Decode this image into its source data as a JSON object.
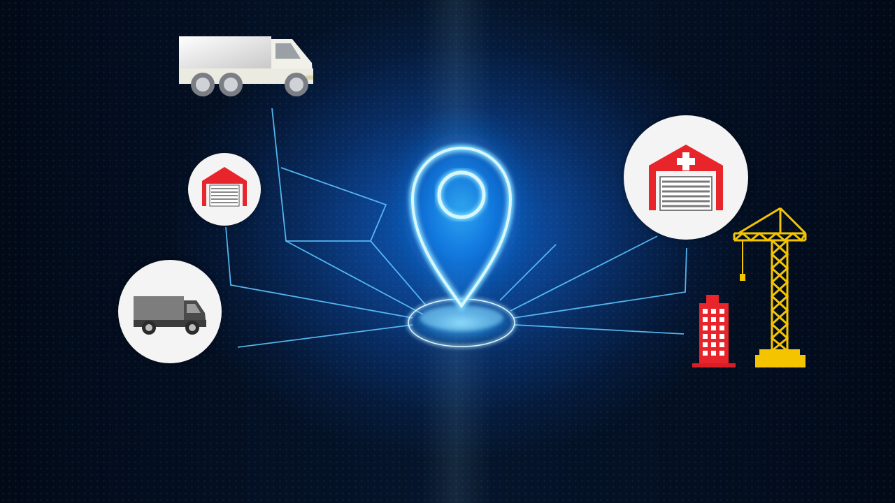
{
  "scene": {
    "center": "location-pin",
    "nodes": [
      "truck",
      "small-warehouse",
      "delivery-van",
      "warehouse",
      "office-building",
      "tower-crane"
    ]
  },
  "colors": {
    "background": "#020a18",
    "glow": "#1ea0ff",
    "pin": "#bfefff",
    "line": "#5cc4ff",
    "warehouse": "#e8252b",
    "crane": "#f5c400",
    "icon_circle": "#f4f4f4"
  }
}
